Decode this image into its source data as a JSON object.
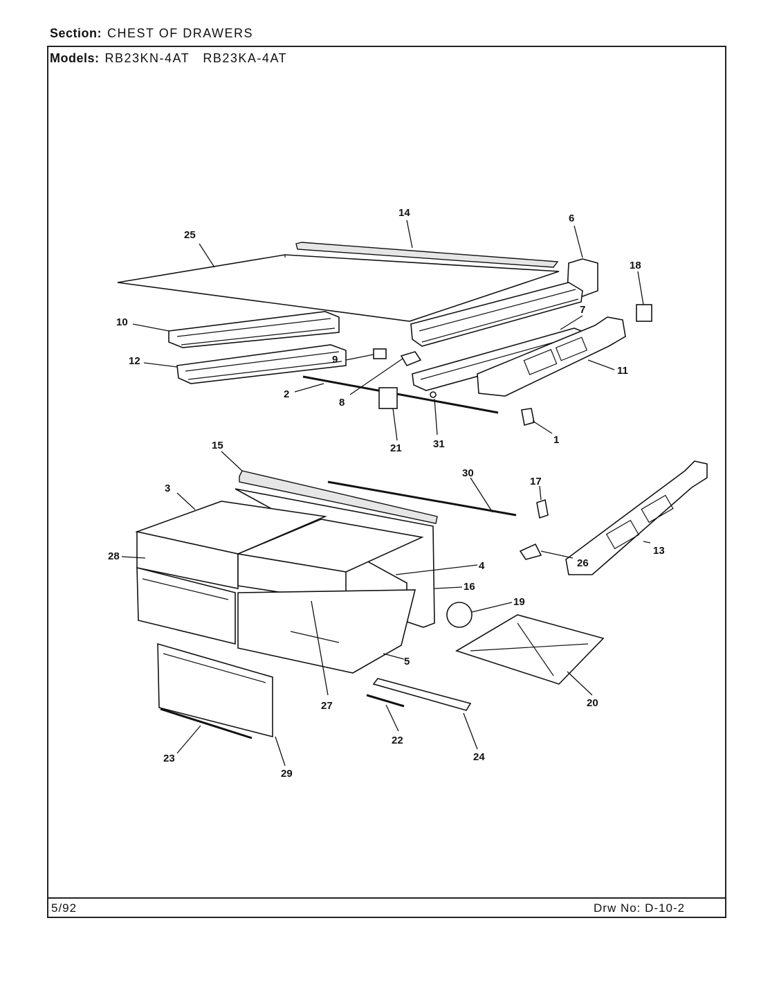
{
  "header": {
    "section_label": "Section:",
    "section_value": "CHEST OF DRAWERS",
    "models_label": "Models:",
    "models_value": "RB23KN-4AT   RB23KA-4AT"
  },
  "footer": {
    "date": "5/92",
    "drawing_number": "Drw No: D-10-2"
  },
  "callouts": {
    "c1": "1",
    "c2": "2",
    "c3": "3",
    "c4": "4",
    "c5": "5",
    "c6": "6",
    "c7": "7",
    "c8": "8",
    "c9": "9",
    "c10": "10",
    "c11": "11",
    "c12": "12",
    "c13": "13",
    "c14": "14",
    "c15": "15",
    "c16": "16",
    "c17": "17",
    "c18": "18",
    "c19": "19",
    "c20": "20",
    "c21": "21",
    "c22": "22",
    "c23": "23",
    "c24": "24",
    "c25": "25",
    "c26": "26",
    "c27": "27",
    "c28": "28",
    "c29": "29",
    "c30": "30",
    "c31": "31"
  }
}
